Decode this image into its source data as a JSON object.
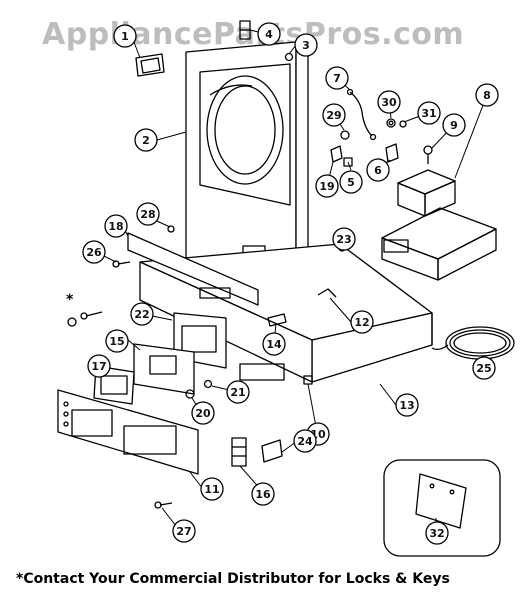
{
  "watermark": "AppliancePartsPros.com",
  "callouts": [
    "1",
    "2",
    "3",
    "4",
    "5",
    "6",
    "7",
    "8",
    "9",
    "10",
    "11",
    "12",
    "13",
    "14",
    "15",
    "16",
    "17",
    "18",
    "19",
    "20",
    "21",
    "22",
    "23",
    "24",
    "25",
    "26",
    "27",
    "28",
    "29",
    "30",
    "31",
    "32"
  ],
  "asterisk": "*",
  "footnote": "*Contact Your Commercial Distributor for Locks & Keys"
}
